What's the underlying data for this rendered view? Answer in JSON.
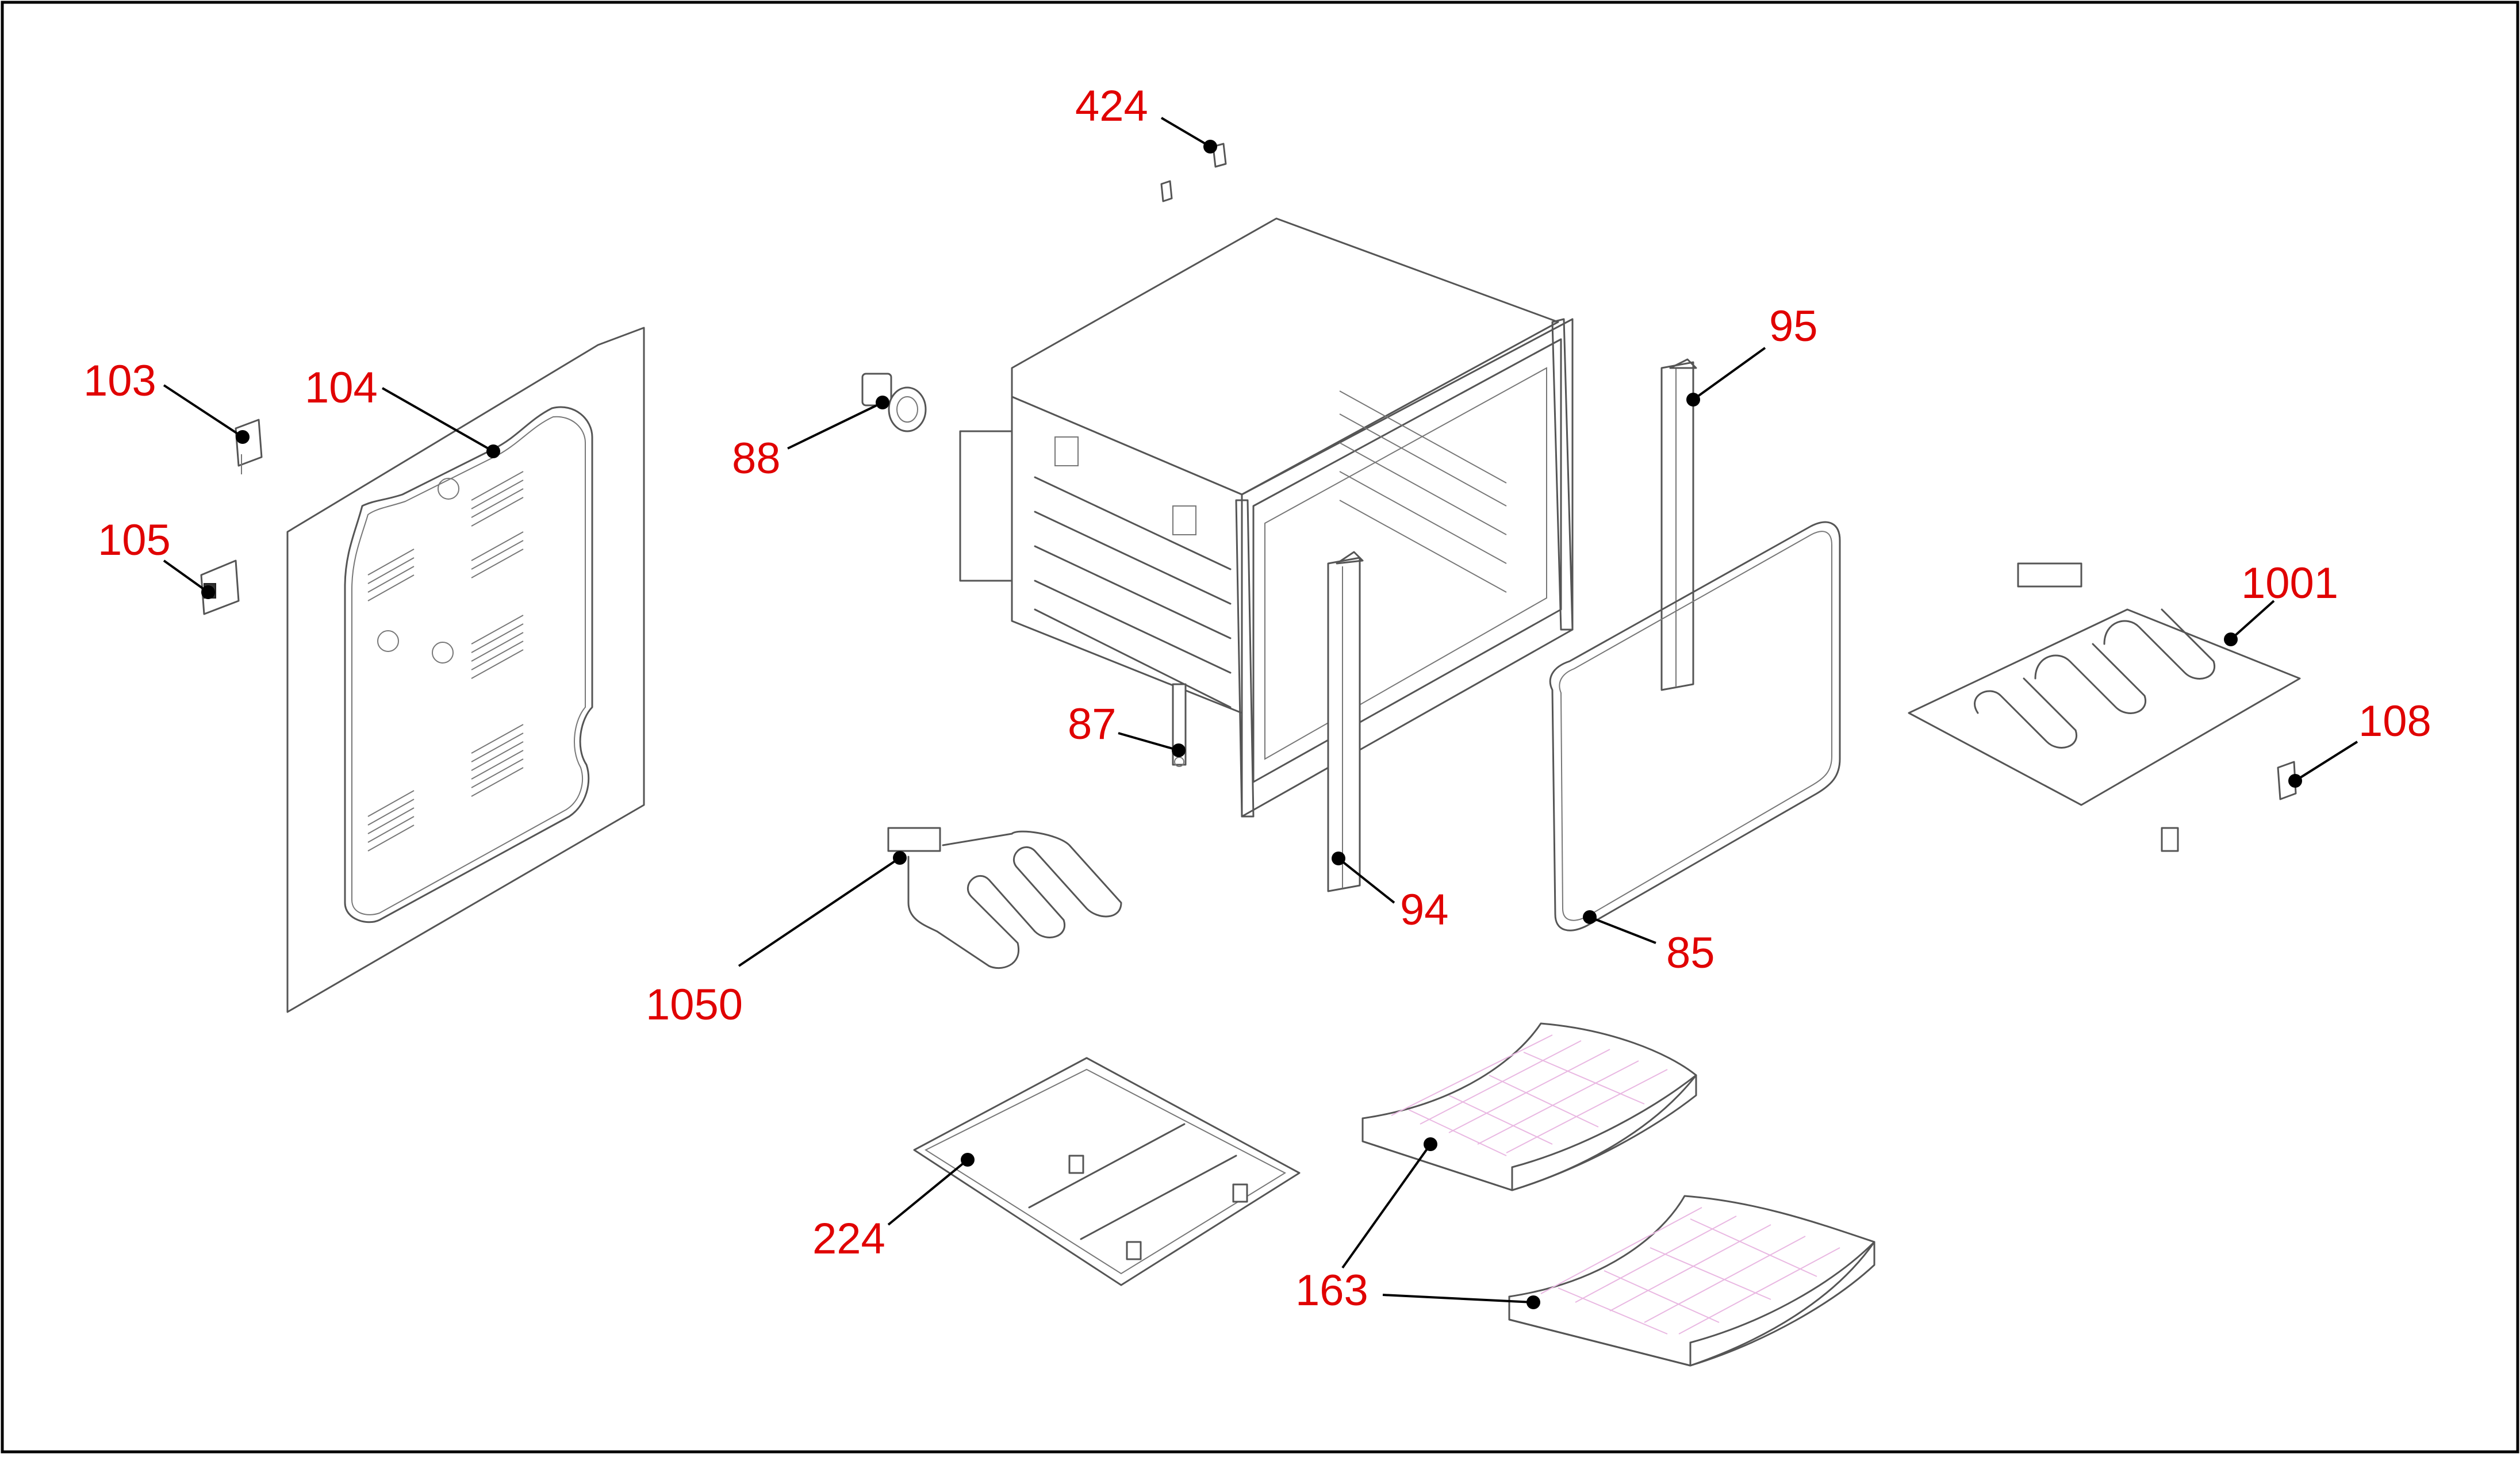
{
  "diagram": {
    "frame_color": "#000000",
    "label_color": "#e00000",
    "leader_color": "#000000",
    "callouts": [
      {
        "id": "103",
        "text": "103"
      },
      {
        "id": "104",
        "text": "104"
      },
      {
        "id": "105",
        "text": "105"
      },
      {
        "id": "88",
        "text": "88"
      },
      {
        "id": "424",
        "text": "424"
      },
      {
        "id": "87",
        "text": "87"
      },
      {
        "id": "95",
        "text": "95"
      },
      {
        "id": "94",
        "text": "94"
      },
      {
        "id": "85",
        "text": "85"
      },
      {
        "id": "1001",
        "text": "1001"
      },
      {
        "id": "108",
        "text": "108"
      },
      {
        "id": "1050",
        "text": "1050"
      },
      {
        "id": "224",
        "text": "224"
      },
      {
        "id": "163",
        "text": "163"
      }
    ]
  }
}
